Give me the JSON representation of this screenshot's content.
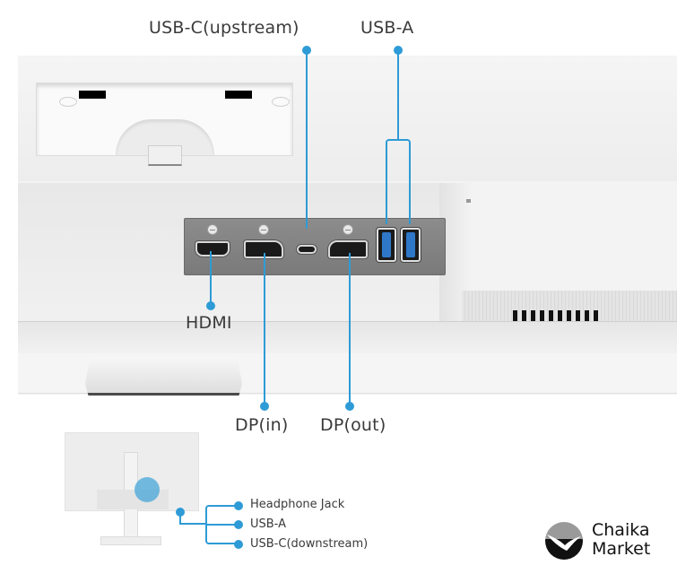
{
  "image": {
    "title": "Monitor rear I/O ports diagram",
    "accent_color": "#2e9bd6"
  },
  "callouts": {
    "usb_c_upstream": "USB-C(upstream)",
    "usb_a_top": "USB-A",
    "hdmi": "HDMI",
    "dp_in": "DP(in)",
    "dp_out": "DP(out)"
  },
  "side_ports": {
    "items": [
      {
        "label": "Headphone Jack"
      },
      {
        "label": "USB-A"
      },
      {
        "label": "USB-C(downstream)"
      }
    ]
  },
  "watermark": {
    "line1": "Chaika",
    "line2": "Market",
    "logo_icon": "seagull-icon"
  }
}
